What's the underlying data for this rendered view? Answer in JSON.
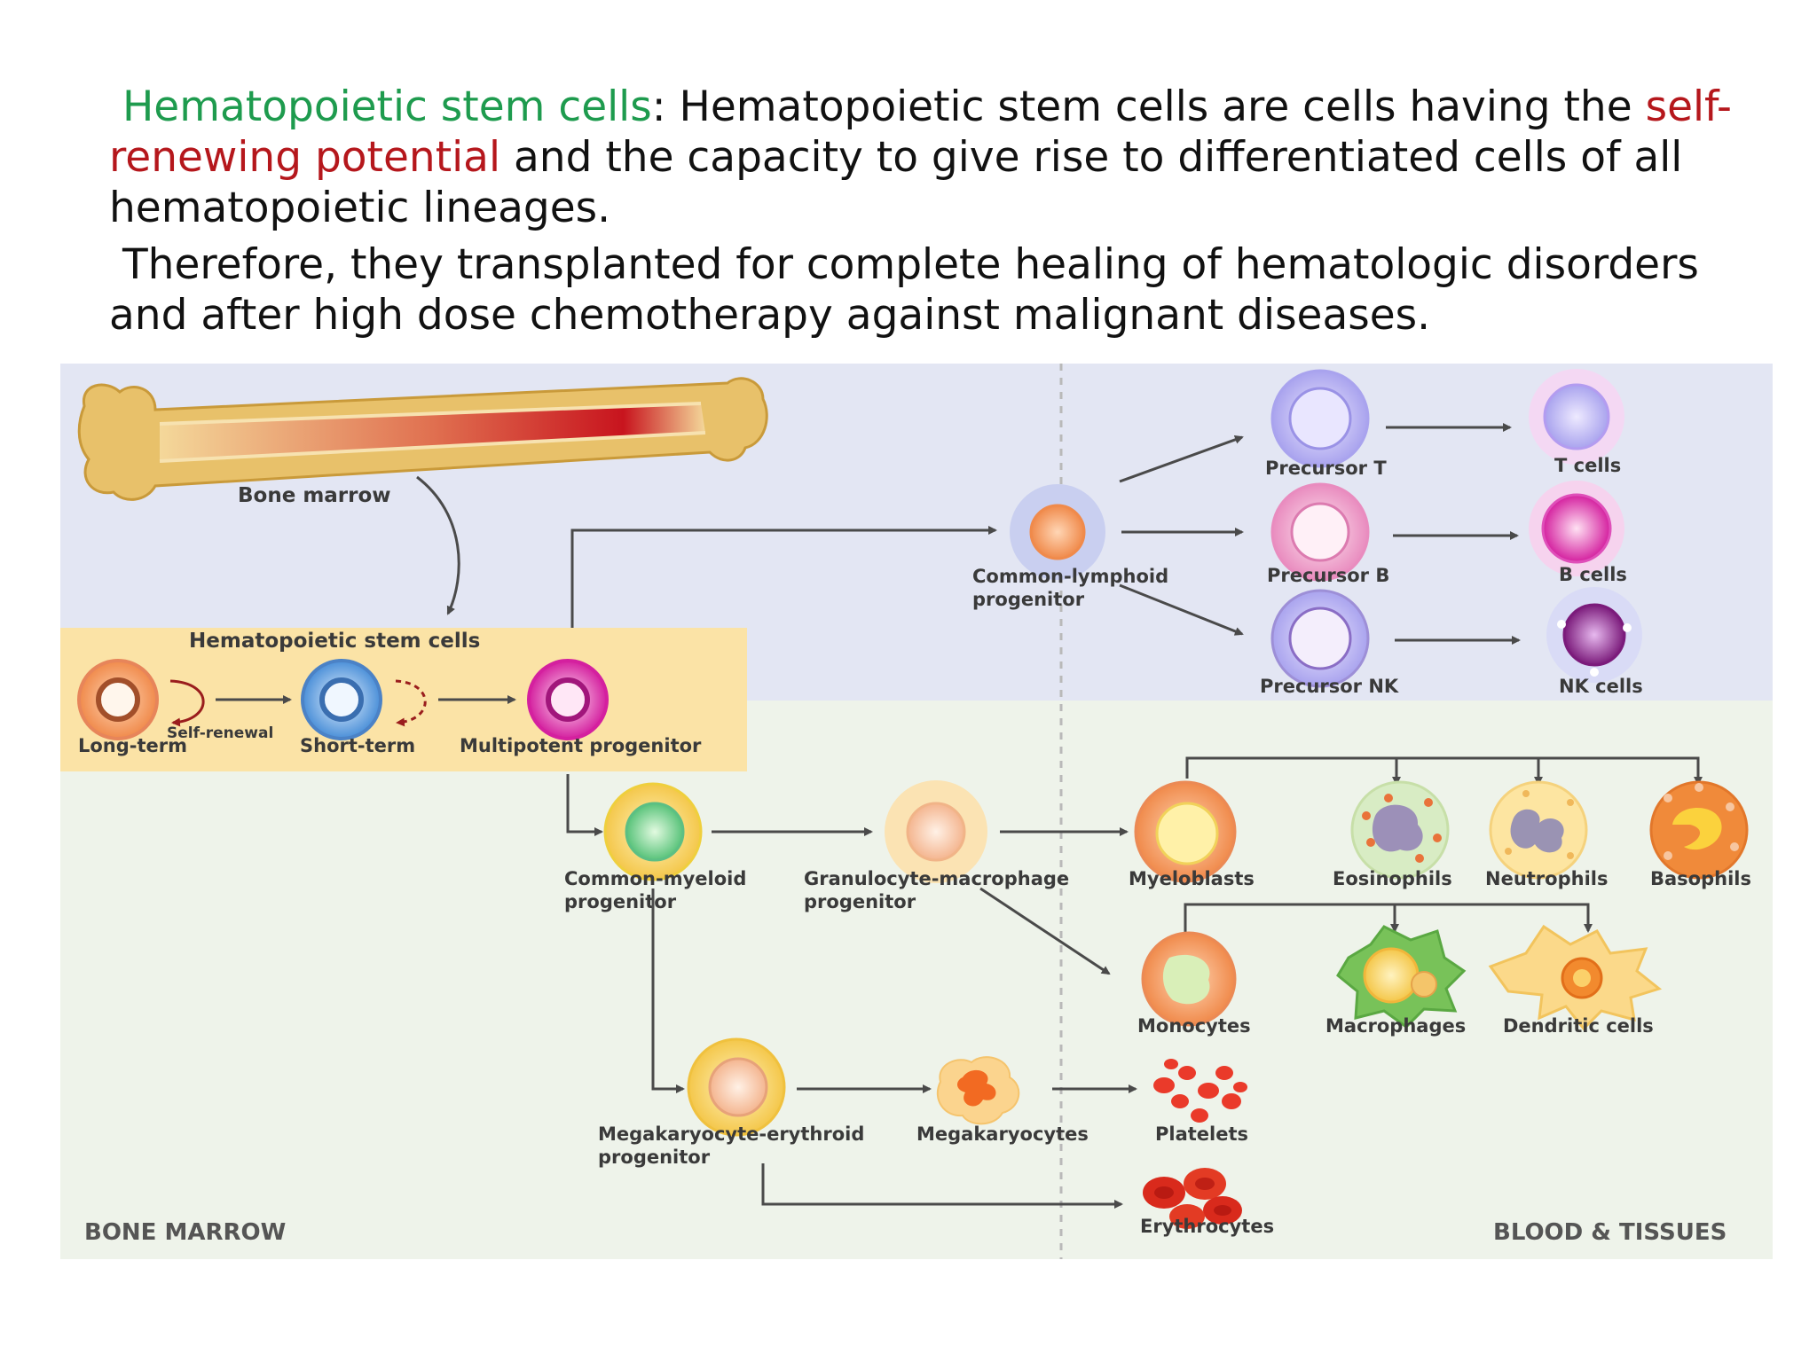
{
  "intro": {
    "term": "Hematopoietic stem cells",
    "colon": ": Hematopoietic stem cells are cells having the ",
    "highlight": "self-renewing potential",
    "rest": " and the capacity to give rise to differentiated cells of all hematopoietic lineages.",
    "paragraph2": "Therefore, they transplanted for complete healing of hematologic disorders and after high dose chemotherapy against malignant diseases."
  },
  "diagram": {
    "bone_marrow": "Bone marrow",
    "hsc_title": "Hematopoietic stem cells",
    "long_term": "Long-term",
    "self_renewal": "Self-renewal",
    "short_term": "Short-term",
    "multipotent": "Multipotent progenitor",
    "clp_1": "Common-lymphoid",
    "clp_2": "progenitor",
    "precursor_t": "Precursor T",
    "t_cells": "T cells",
    "precursor_b": "Precursor B",
    "b_cells": "B cells",
    "precursor_nk": "Precursor NK",
    "nk_cells": "NK cells",
    "cmp_1": "Common-myeloid",
    "cmp_2": "progenitor",
    "gmp_1": "Granulocyte-macrophage",
    "gmp_2": "progenitor",
    "myeloblasts": "Myeloblasts",
    "eosinophils": "Eosinophils",
    "neutrophils": "Neutrophils",
    "basophils": "Basophils",
    "monocytes": "Monocytes",
    "macrophages": "Macrophages",
    "dendritic": "Dendritic cells",
    "mep_1": "Megakaryocyte-erythroid",
    "mep_2": "progenitor",
    "megakaryocytes": "Megakaryocytes",
    "platelets": "Platelets",
    "erythrocytes": "Erythrocytes",
    "zone_left": "BONE MARROW",
    "zone_right": "BLOOD & TISSUES"
  },
  "colors": {
    "term": "#1e9b4e",
    "highlight": "#b5171c",
    "lymphoid_bg": "#e3e6f3",
    "myeloid_bg": "#eef3ea",
    "hsc_bg": "#fbe3a6"
  }
}
